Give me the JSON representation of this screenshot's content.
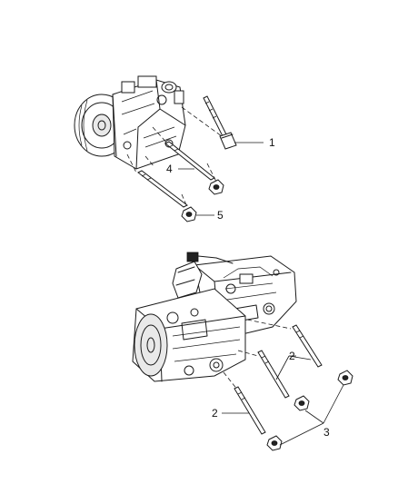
{
  "callouts": {
    "bolt_1": "1",
    "stud_4": "4",
    "nut_5": "5",
    "stud_2_upper": "2",
    "stud_2_lower": "2",
    "nuts_3": "3"
  },
  "colors": {
    "line": "#1a1a1a",
    "background": "#ffffff",
    "shade": "#e9e9e9"
  }
}
